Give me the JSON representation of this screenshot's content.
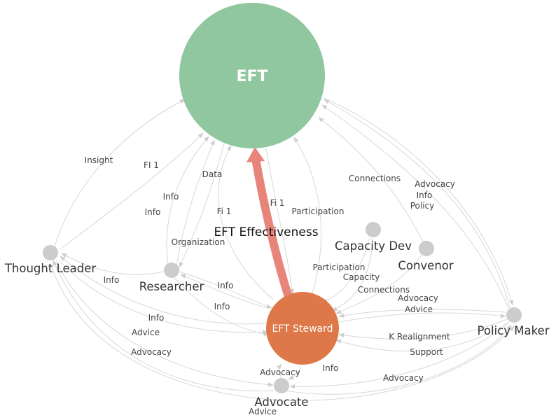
{
  "colors": {
    "eft_node": "#91c79f",
    "steward_node": "#de7848",
    "small_node": "#cccccc",
    "main_edge": "#e8857a",
    "edge": "#d7d7d7"
  },
  "nodes": {
    "eft": "EFT",
    "steward": "EFT Steward",
    "thought_leader": "Thought Leader",
    "researcher": "Researcher",
    "capacity_dev": "Capacity Dev",
    "convenor": "Convenor",
    "policy_maker": "Policy Maker",
    "advocate": "Advocate"
  },
  "main_edge_label": "EFT Effectiveness",
  "edge_labels": {
    "insight": "Insight",
    "fi1_a": "FI 1",
    "data": "Data",
    "info_a": "Info",
    "info_b": "Info",
    "fi1_b": "Fi 1",
    "fi1_c": "Fi 1",
    "participation_a": "Participation",
    "connections_a": "Connections",
    "advocacy_a": "Advocacy",
    "info_c": "Info",
    "policy": "Policy",
    "organization": "Organization",
    "participation_b": "Participation",
    "capacity": "Capacity",
    "connections_b": "Connections",
    "advocacy_b": "Advocacy",
    "advice_a": "Advice",
    "info_d": "Info",
    "info_e": "Info",
    "info_f": "Info",
    "info_g": "Info",
    "advice_b": "Advice",
    "advocacy_c": "Advocacy",
    "k_realignment": "K Realignment",
    "support": "Support",
    "advocacy_d": "Advocacy",
    "info_h": "Info",
    "advocacy_e": "Advocacy",
    "advice_c": "Advice"
  }
}
